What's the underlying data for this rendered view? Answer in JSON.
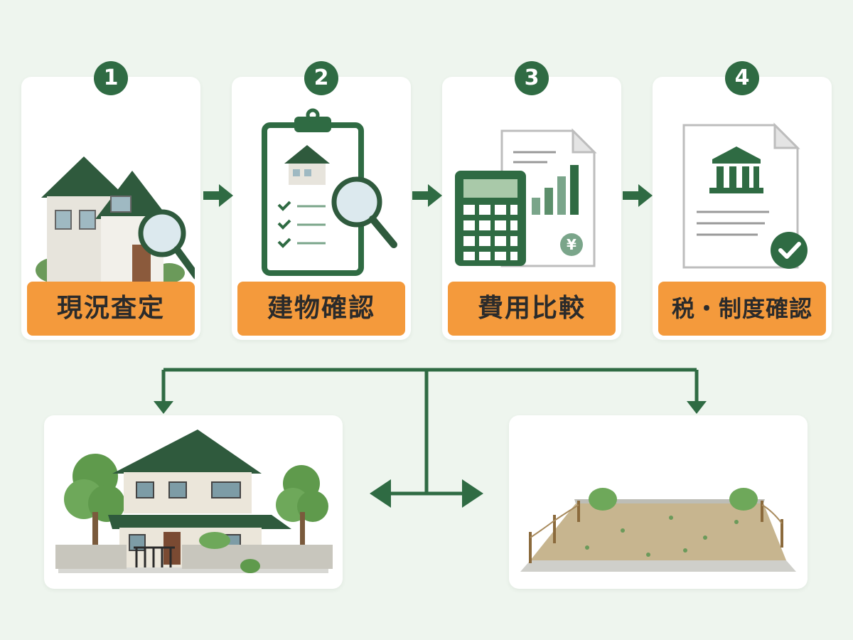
{
  "steps": [
    {
      "number": "1",
      "label": "現況査定",
      "icon": "house-magnifier-icon"
    },
    {
      "number": "2",
      "label": "建物確認",
      "icon": "clipboard-checklist-icon"
    },
    {
      "number": "3",
      "label": "費用比較",
      "icon": "calculator-document-icon"
    },
    {
      "number": "4",
      "label": "税・制度確認",
      "icon": "bank-document-check-icon"
    }
  ],
  "results": [
    {
      "icon": "two-story-house-icon"
    },
    {
      "icon": "vacant-lot-icon"
    }
  ],
  "colors": {
    "background": "#eef5ee",
    "primary_green": "#2f6b43",
    "accent_orange": "#f49a3c",
    "card": "#ffffff"
  }
}
